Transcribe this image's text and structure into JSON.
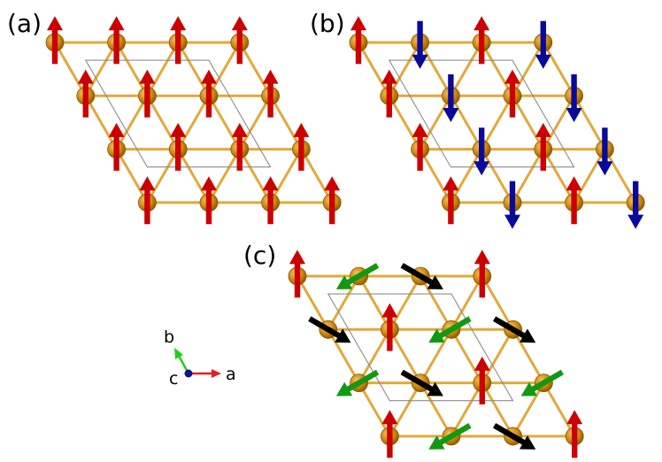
{
  "panels": [
    {
      "label": "(a)",
      "spins": "all-up"
    },
    {
      "label": "(b)",
      "spins": "stripe-up-down"
    },
    {
      "label": "(c)",
      "spins": "three-sublattice-120"
    }
  ],
  "axes": {
    "a": "a",
    "b": "b",
    "c": "c"
  },
  "colors": {
    "bond": "#E2A93A",
    "atom": "#C98200",
    "atom_edge": "#8A5600",
    "cell": "#8C8C8C",
    "spin_up": "#CC0000",
    "spin_down": "#0A0A9A",
    "spin_green": "#119911",
    "spin_black": "#000000",
    "axis_a": "#E02020",
    "axis_b": "#22CC22",
    "axis_c": "#111188"
  }
}
